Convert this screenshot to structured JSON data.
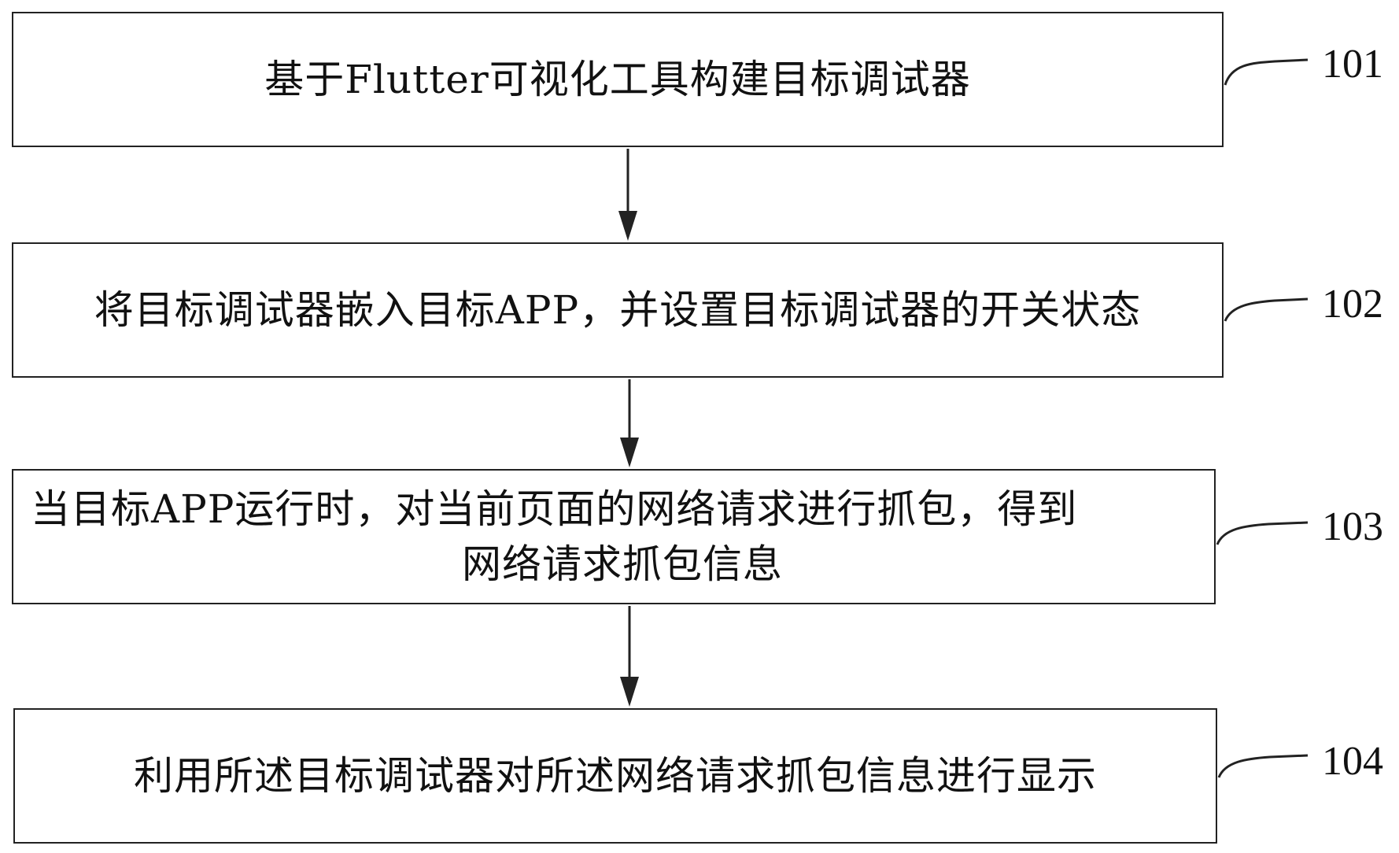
{
  "steps": [
    {
      "id": "101",
      "text": "基于Flutter可视化工具构建目标调试器"
    },
    {
      "id": "102",
      "text": "将目标调试器嵌入目标APP，并设置目标调试器的开关状态"
    },
    {
      "id": "103",
      "line1": "当目标APP运行时，对当前页面的网络请求进行抓包，得到",
      "line2": "网络请求抓包信息"
    },
    {
      "id": "104",
      "text": "利用所述目标调试器对所述网络请求抓包信息进行显示"
    }
  ],
  "colors": {
    "stroke": "#222222",
    "text": "#111111",
    "background": "#ffffff"
  }
}
